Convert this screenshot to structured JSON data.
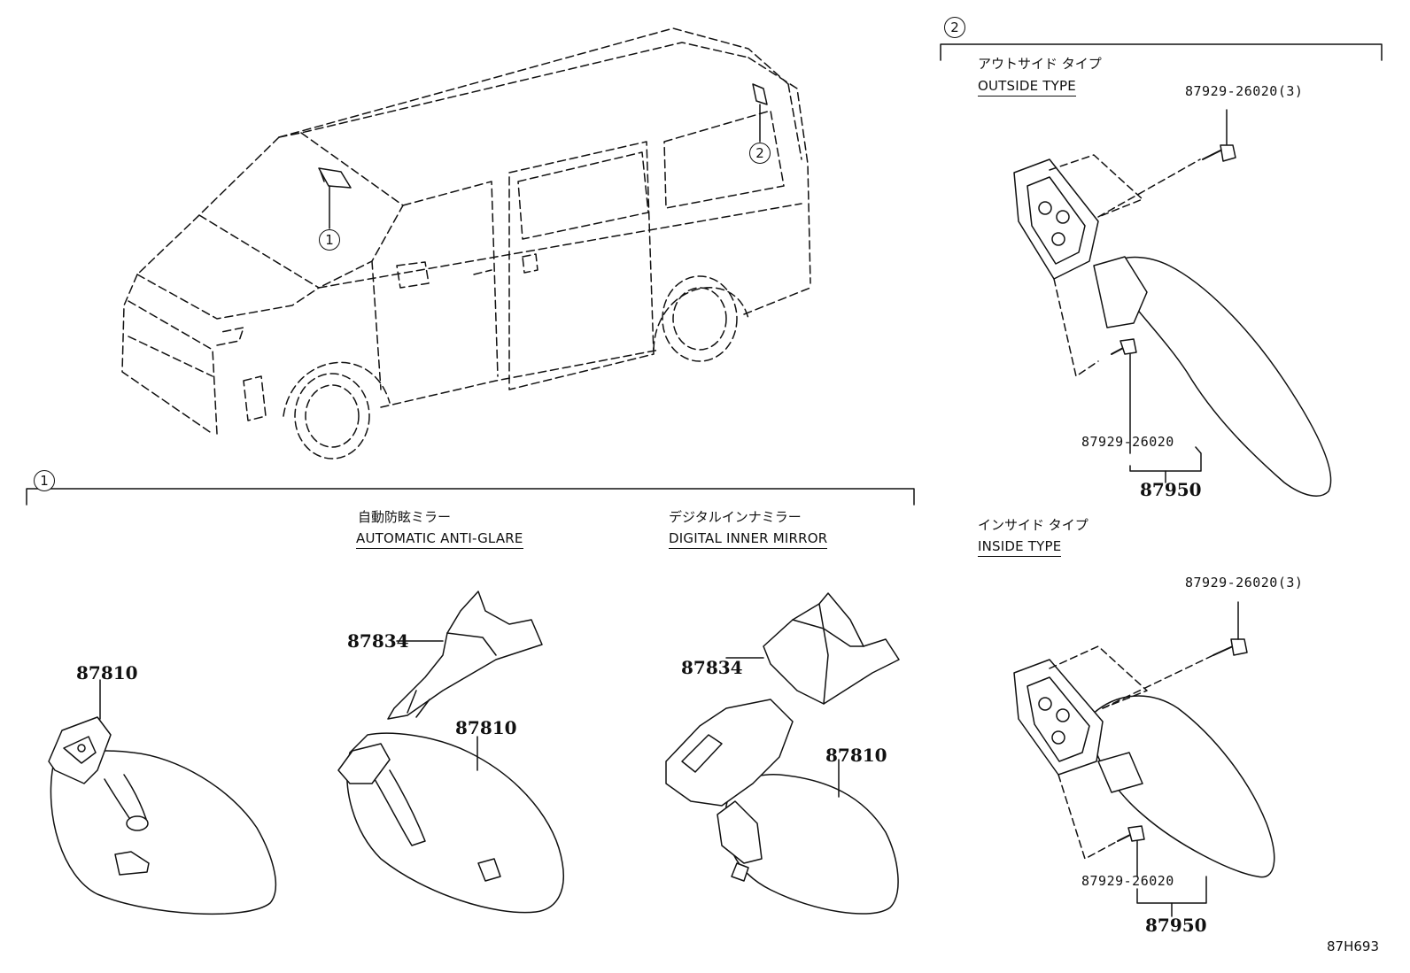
{
  "sections": {
    "section1": {
      "marker": "1"
    },
    "section2": {
      "marker": "2"
    }
  },
  "vehicle": {
    "callout1": "1",
    "callout2": "2"
  },
  "auto_anti_glare": {
    "title_jp": "自動防眩ミラー",
    "title_en": "AUTOMATIC ANTI-GLARE",
    "cover_part": "87834",
    "mirror_part": "87810"
  },
  "digital_inner_mirror": {
    "title_jp": "デジタルインナミラー",
    "title_en": "DIGITAL INNER MIRROR",
    "cover_part": "87834",
    "mirror_part": "87810"
  },
  "standard_mirror": {
    "mirror_part": "87810"
  },
  "outside_type": {
    "title_jp": "アウトサイド タイプ",
    "title_en": "OUTSIDE TYPE",
    "screw_qty_part": "87929-26020(3)",
    "screw_part": "87929-26020",
    "assembly_part": "87950"
  },
  "inside_type": {
    "title_jp": "インサイド タイプ",
    "title_en": "INSIDE TYPE",
    "screw_qty_part": "87929-26020(3)",
    "screw_part": "87929-26020",
    "assembly_part": "87950"
  },
  "illustration_code": "87H693"
}
